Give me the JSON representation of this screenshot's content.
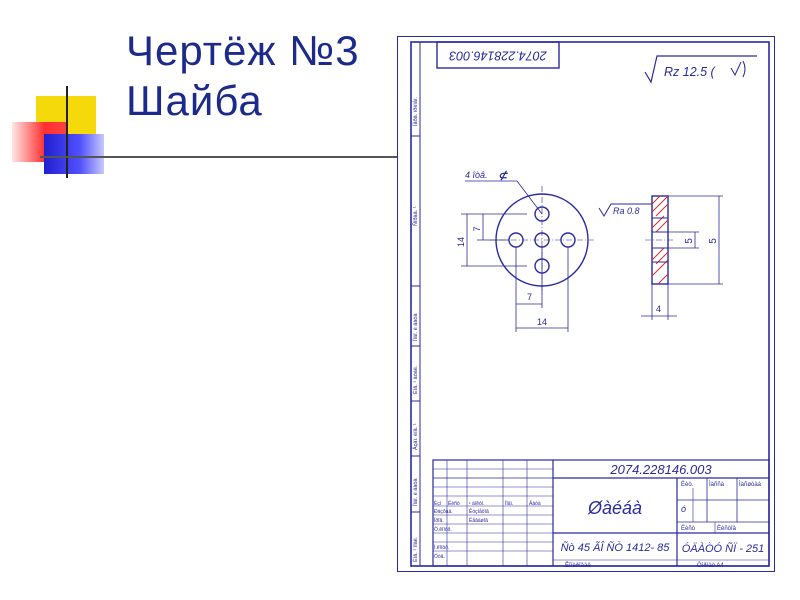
{
  "slide": {
    "title_line1": "Чертёж №3",
    "title_line2": "Шайба"
  },
  "drawing": {
    "top_code_rotated": "2074.228146.003",
    "roughness_main": "Rz 12.5 (",
    "roughness_face": "Ra 0.8",
    "holes_label": "4 îòâ.",
    "dims": {
      "front_vertical_outer": "14",
      "front_vertical_inner": "7",
      "front_horizontal_inner": "7",
      "front_horizontal_outer": "14",
      "side_inner_dia": "5",
      "side_outer_dia": "5",
      "side_thickness": "4"
    },
    "title_block": {
      "doc_code": "2074.228146.003",
      "part_name": "Øàéáà",
      "material": "Ñò 45  ÃÎ ÑÒ 1412- 85",
      "group": "ÓÄÀÒÓ ÑÏ - 251",
      "lit_label": "Ëèò.",
      "mass_label": "Ìàññà",
      "scale_label": "Ìàñøòàá",
      "lit_value": "ó",
      "sheet_label": "Ëèñò",
      "sheets_label": "Ëèñòîâ",
      "copied": "Êîïèðîâàë",
      "format": "Ôîðìàò   A4",
      "rows": [
        {
          "a": "Èçì",
          "b": "Ëèñò",
          "c": "¹ äîêóì.",
          "d": "Ïîäï.",
          "e": "Äàòà"
        },
        {
          "a": "Ðàçðàá.",
          "b": "Êóçíåöîâ",
          "c": "",
          "d": "",
          "e": ""
        },
        {
          "a": "Ïðîâ.",
          "b": "Ëåâàøîâ",
          "c": "",
          "d": "",
          "e": ""
        },
        {
          "a": "Ò.êîíòð.",
          "b": "",
          "c": "",
          "d": "",
          "e": ""
        },
        {
          "a": "Í.êîíòð.",
          "b": "",
          "c": "",
          "d": "",
          "e": ""
        },
        {
          "a": "Óòâ.",
          "b": "",
          "c": "",
          "d": "",
          "e": ""
        }
      ]
    },
    "side_strip": {
      "s1": "Ïåðâ. ïðèìåí.",
      "s2": "Ñïðàâ. ¹",
      "s3": "Ïîäï. è äàòà",
      "s4": "Èíâ. ¹ äóáë.",
      "s5": "Âçàì. èíâ. ¹",
      "s6": "Ïîäï. è äàòà",
      "s7": "Èíâ. ¹ ïîäë."
    }
  },
  "colors": {
    "title": "#1c2a8c",
    "drawing_line": "#2a2aa0",
    "hatch": "#d03030"
  }
}
